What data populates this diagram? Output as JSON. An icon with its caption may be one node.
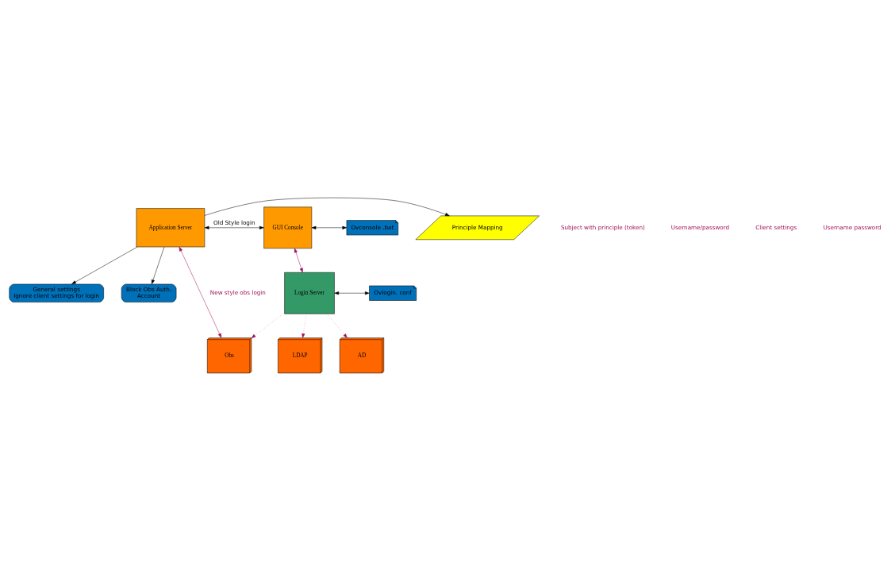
{
  "diagram": {
    "nodes": [
      {
        "text": [
          "Principle Mapping"
        ]
      },
      {
        "text": [
          "General settings",
          "Ignore client settings for login"
        ]
      },
      {
        "text": [
          "Application Server"
        ]
      },
      {
        "text": [
          "Block Obs Auth.",
          "Account"
        ]
      },
      {
        "text": [
          "GUI Console"
        ]
      },
      {
        "text": [
          "Ovconsole .bat"
        ]
      },
      {
        "text": [
          "Login Server"
        ]
      },
      {
        "text": [
          "Ovlogin. conf"
        ]
      },
      {
        "text": [
          "Obs"
        ]
      },
      {
        "text": [
          "LDAP"
        ]
      },
      {
        "text": [
          "AD"
        ]
      }
    ],
    "edges": [
      {
        "from": 2,
        "to": 0,
        "arrow": "to"
      },
      {
        "from": 2,
        "to": 1,
        "arrow": "to"
      },
      {
        "from": 2,
        "to": 3,
        "arrow": "to"
      },
      {
        "from": 2,
        "to": 4,
        "arrow": "both",
        "label": "Old Style login"
      },
      {
        "from": 4,
        "to": 5,
        "arrow": "both"
      },
      {
        "from": 4,
        "to": 6,
        "arrow": "both",
        "color": "#a0105a"
      },
      {
        "from": 6,
        "to": 7,
        "arrow": "both"
      },
      {
        "from": 2,
        "to": 8,
        "arrow": "both",
        "color": "#a0105a",
        "label": "New style obs login"
      },
      {
        "from": 6,
        "to": 8,
        "arrow": "to",
        "style": "dashed",
        "color": "#a0105a"
      },
      {
        "from": 6,
        "to": 9,
        "arrow": "to",
        "style": "dashed",
        "color": "#a0105a"
      },
      {
        "from": 6,
        "to": 10,
        "arrow": "to",
        "style": "dashed",
        "color": "#a0105a"
      }
    ],
    "labels": [
      "Subject with principle (token)",
      "Username/password",
      "Client settings",
      "Username password"
    ]
  }
}
